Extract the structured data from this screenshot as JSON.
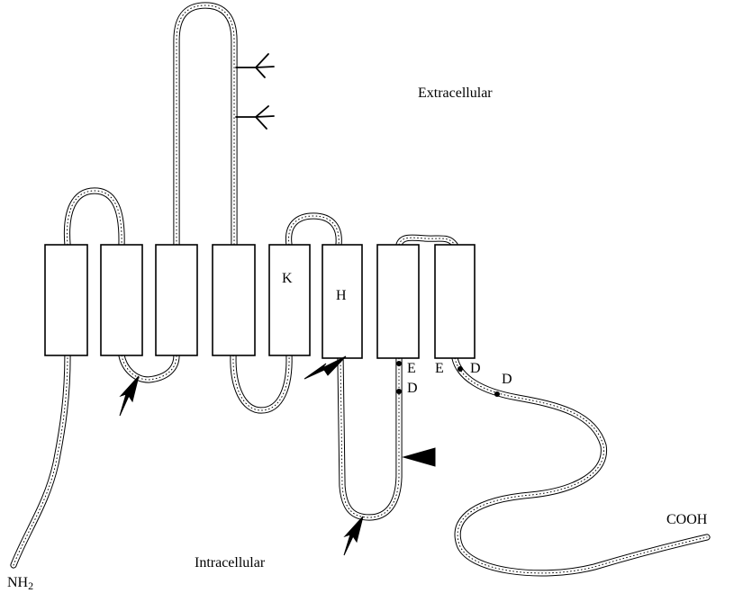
{
  "labels": {
    "extracellular": "Extracellular",
    "intracellular": "Intracellular",
    "n_terminus_main": "NH",
    "n_terminus_sub": "2",
    "c_terminus": "COOH"
  },
  "residues": {
    "helix5": "K",
    "helix6": "H",
    "helix7_E": "E",
    "helix7_D": "D",
    "helix8_E": "E",
    "helix8_D1": "D",
    "helix8_D2": "D"
  },
  "transmembrane_segment_count": 8,
  "markers": {
    "glycosylation_sites": 2,
    "arrows": 3,
    "arrowheads": 1
  }
}
